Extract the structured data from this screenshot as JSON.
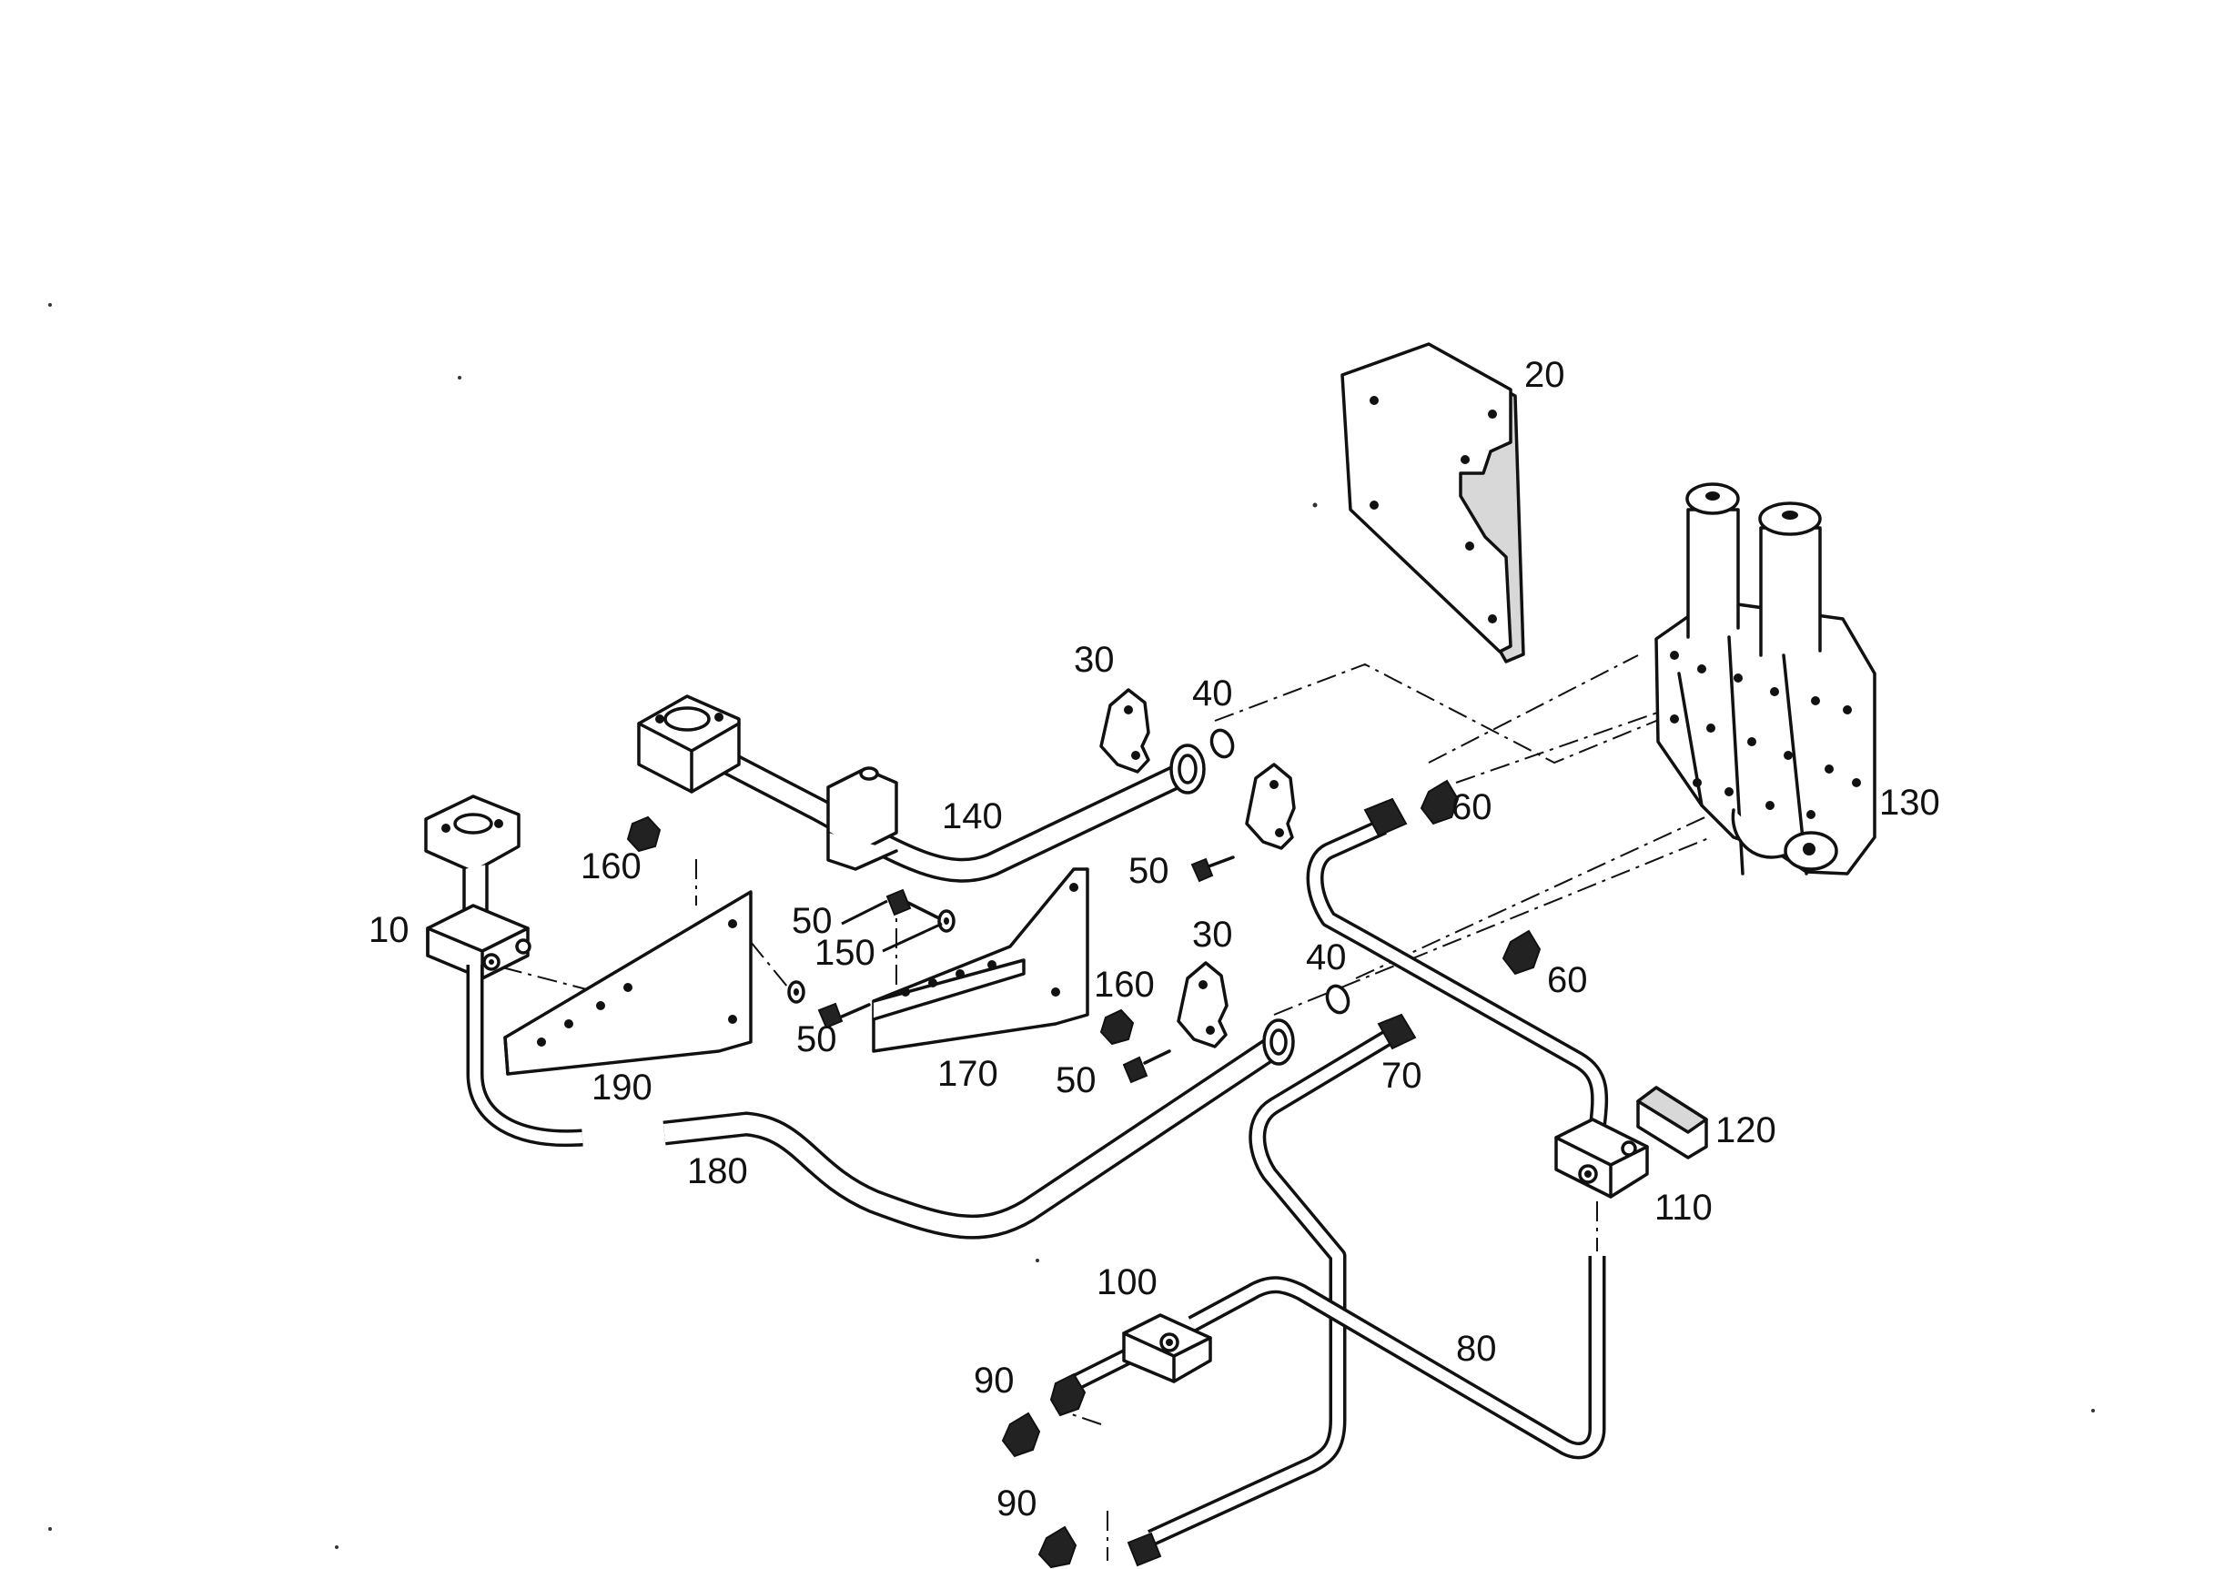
{
  "callouts": [
    {
      "label": "10"
    },
    {
      "label": "20"
    },
    {
      "label": "30"
    },
    {
      "label": "30"
    },
    {
      "label": "40"
    },
    {
      "label": "40"
    },
    {
      "label": "50"
    },
    {
      "label": "50"
    },
    {
      "label": "50"
    },
    {
      "label": "50"
    },
    {
      "label": "60"
    },
    {
      "label": "60"
    },
    {
      "label": "70"
    },
    {
      "label": "80"
    },
    {
      "label": "90"
    },
    {
      "label": "90"
    },
    {
      "label": "100"
    },
    {
      "label": "110"
    },
    {
      "label": "120"
    },
    {
      "label": "130"
    },
    {
      "label": "140"
    },
    {
      "label": "150"
    },
    {
      "label": "160"
    },
    {
      "label": "160"
    },
    {
      "label": "170"
    },
    {
      "label": "180"
    },
    {
      "label": "190"
    }
  ]
}
